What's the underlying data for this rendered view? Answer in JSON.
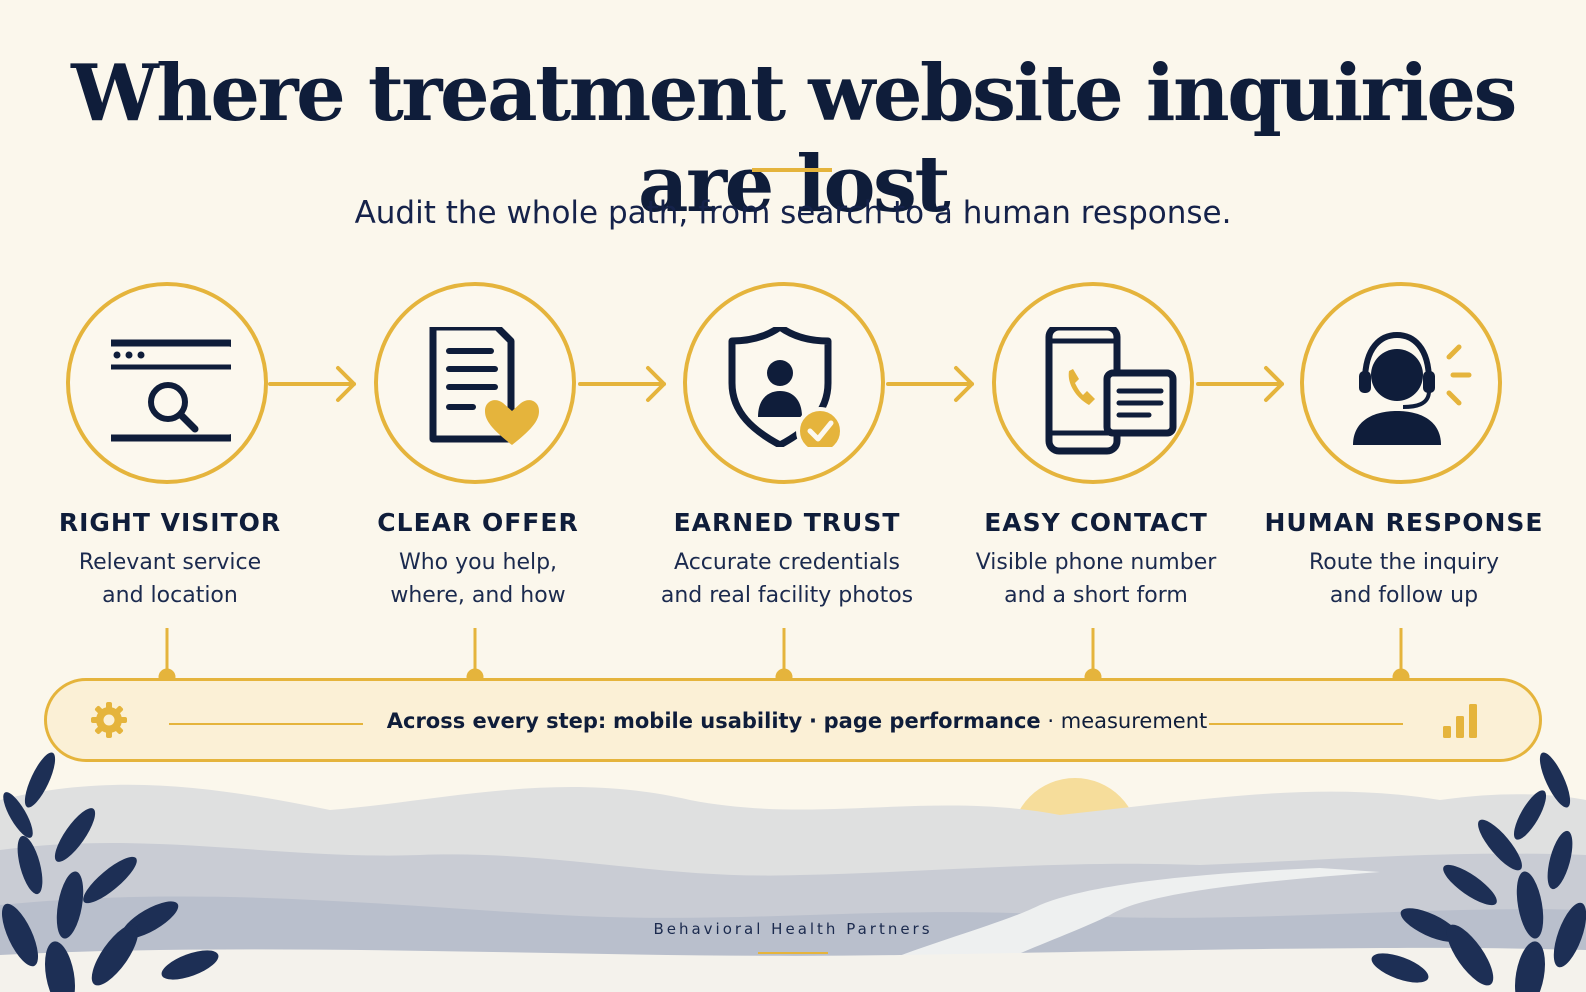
{
  "title": "Where treatment website inquiries are lost",
  "subtitle": "Audit the whole path, from search to a human response.",
  "steps": [
    {
      "icon": "browser-search-icon",
      "label": "RIGHT VISITOR",
      "desc_line1": "Relevant service",
      "desc_line2": "and location"
    },
    {
      "icon": "document-heart-icon",
      "label": "CLEAR OFFER",
      "desc_line1": "Who you help,",
      "desc_line2": "where, and how"
    },
    {
      "icon": "shield-user-check-icon",
      "label": "EARNED TRUST",
      "desc_line1": "Accurate credentials",
      "desc_line2": "and real facility photos"
    },
    {
      "icon": "phone-form-icon",
      "label": "EASY CONTACT",
      "desc_line1": "Visible phone number",
      "desc_line2": "and a short form"
    },
    {
      "icon": "headset-agent-icon",
      "label": "HUMAN RESPONSE",
      "desc_line1": "Route the inquiry",
      "desc_line2": "and follow up"
    }
  ],
  "banner": {
    "prefix": "Across every step:",
    "item1": "mobile usability",
    "separator": "·",
    "item2": "page performance",
    "item3": "measurement",
    "left_icon": "gear-icon",
    "right_icon": "bar-chart-icon"
  },
  "footer": "Behavioral Health Partners",
  "colors": {
    "navy": "#0f1d3a",
    "gold": "#e5b43c",
    "background": "#fbf7ec"
  }
}
